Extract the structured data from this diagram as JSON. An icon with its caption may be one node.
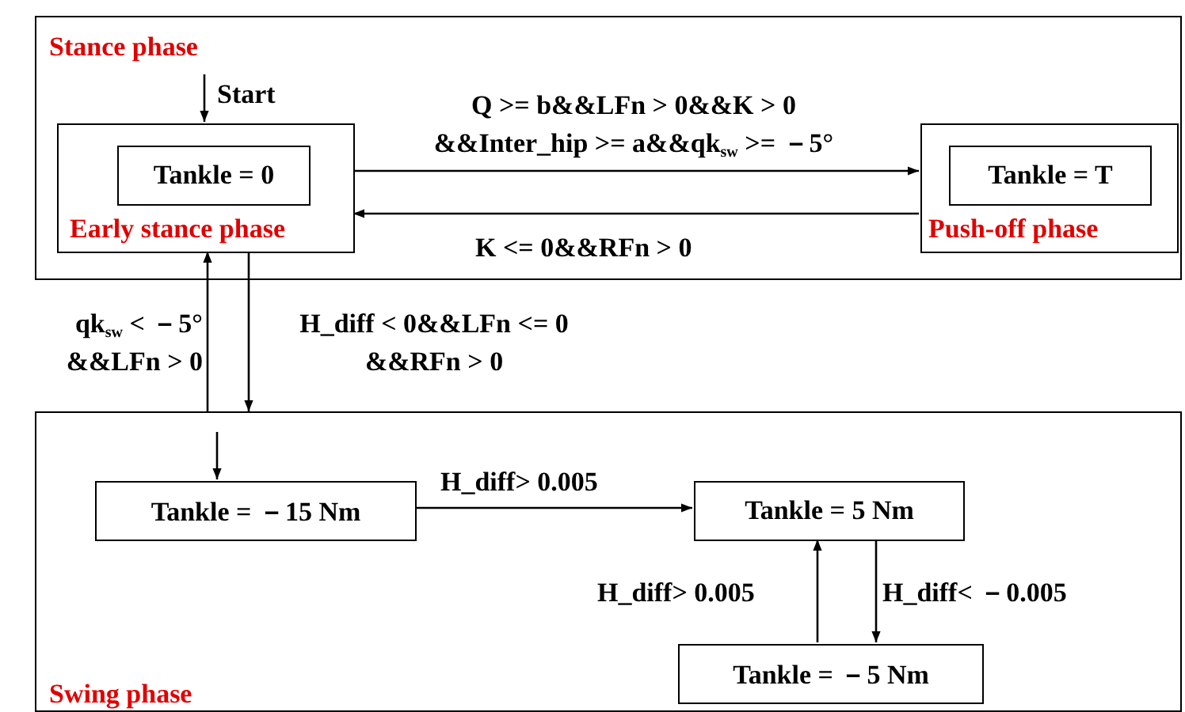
{
  "diagram": {
    "nodes": [
      {
        "text": [
          "Stance phase"
        ]
      },
      {
        "text": [
          "Early stance phase"
        ],
        "in": 0
      },
      {
        "text": [
          "Tankle = 0"
        ],
        "in": 1
      },
      {
        "text": [
          "Push-off phase"
        ],
        "in": 0
      },
      {
        "text": [
          "Tankle = T"
        ],
        "in": 3
      },
      {
        "text": [
          "Swing phase"
        ]
      },
      {
        "text": [
          "Tankle = －15 Nm"
        ],
        "in": 5
      },
      {
        "text": [
          "Tankle = 5 Nm"
        ],
        "in": 5
      },
      {
        "text": [
          "Tankle = －5 Nm"
        ],
        "in": 5
      }
    ],
    "edges": [
      {
        "from": null,
        "to": 1,
        "arrow": "to",
        "label": "Start"
      },
      {
        "from": 1,
        "to": 3,
        "arrow": "to",
        "label": "Q >= b&&LFn > 0&&K > 0 &&Inter_hip >= a&&qk$_{sw}$ >= －5°"
      },
      {
        "from": 3,
        "to": 1,
        "arrow": "to",
        "label": "K <= 0&&RFn > 0"
      },
      {
        "from": 5,
        "to": 1,
        "arrow": "to",
        "label": "qk$_{sw}$ < －5° &&LFn > 0"
      },
      {
        "from": 1,
        "to": 5,
        "arrow": "to",
        "label": "H_diff < 0&&LFn <= 0 &&RFn > 0"
      },
      {
        "from": null,
        "to": 6,
        "arrow": "to"
      },
      {
        "from": 6,
        "to": 7,
        "arrow": "to",
        "label": "H_diff> 0.005"
      },
      {
        "from": 8,
        "to": 7,
        "arrow": "to",
        "label": "H_diff> 0.005"
      },
      {
        "from": 7,
        "to": 8,
        "arrow": "to",
        "label": "H_diff< －0.005"
      }
    ]
  }
}
